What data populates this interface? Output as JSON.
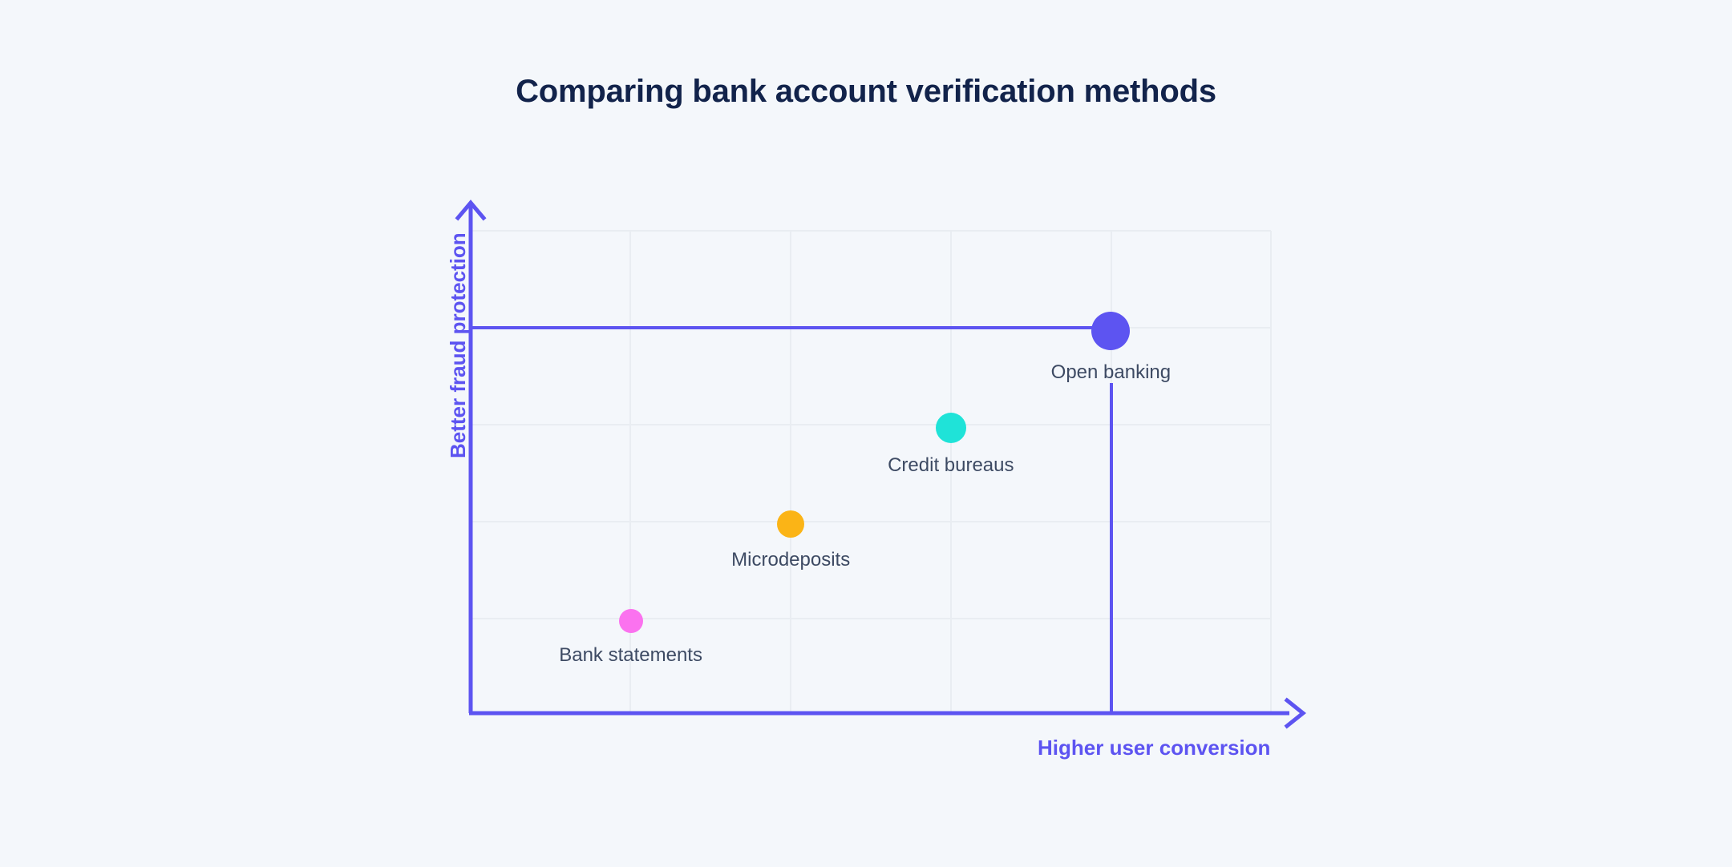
{
  "chart_data": {
    "type": "scatter",
    "title": "Comparing bank account verification methods",
    "xlabel": "Higher user conversion",
    "ylabel": "Better fraud protection",
    "xlim": [
      0,
      5
    ],
    "ylim": [
      0,
      6
    ],
    "grid": true,
    "legend": "none",
    "axis_style": "arrow",
    "background_color": "#f4f7fb",
    "axis_color": "#5d54f1",
    "grid_color": "#e9edf2",
    "title_color": "#12234b",
    "label_color": "#3d4a63",
    "points": [
      {
        "name": "Bank statements",
        "label": "Bank statements",
        "x": 1.0,
        "y": 1.15,
        "size": 15,
        "color": "#fb72ef"
      },
      {
        "name": "Microdeposits",
        "label": "Microdeposits",
        "x": 2.0,
        "y": 2.35,
        "size": 17,
        "color": "#fbb416"
      },
      {
        "name": "Credit bureaus",
        "label": "Credit bureaus",
        "x": 3.0,
        "y": 3.55,
        "size": 19,
        "color": "#1fe3d8"
      },
      {
        "name": "Open banking",
        "label": "Open banking",
        "x": 4.0,
        "y": 4.75,
        "size": 24,
        "color": "#5d54f1"
      }
    ],
    "guides": [
      {
        "name": "open-banking-horizontal-guide",
        "orientation": "horizontal",
        "from_point": "Open banking",
        "color": "#5d54f1"
      },
      {
        "name": "open-banking-vertical-guide",
        "orientation": "vertical",
        "from_point": "Open banking",
        "color": "#5d54f1"
      }
    ]
  }
}
